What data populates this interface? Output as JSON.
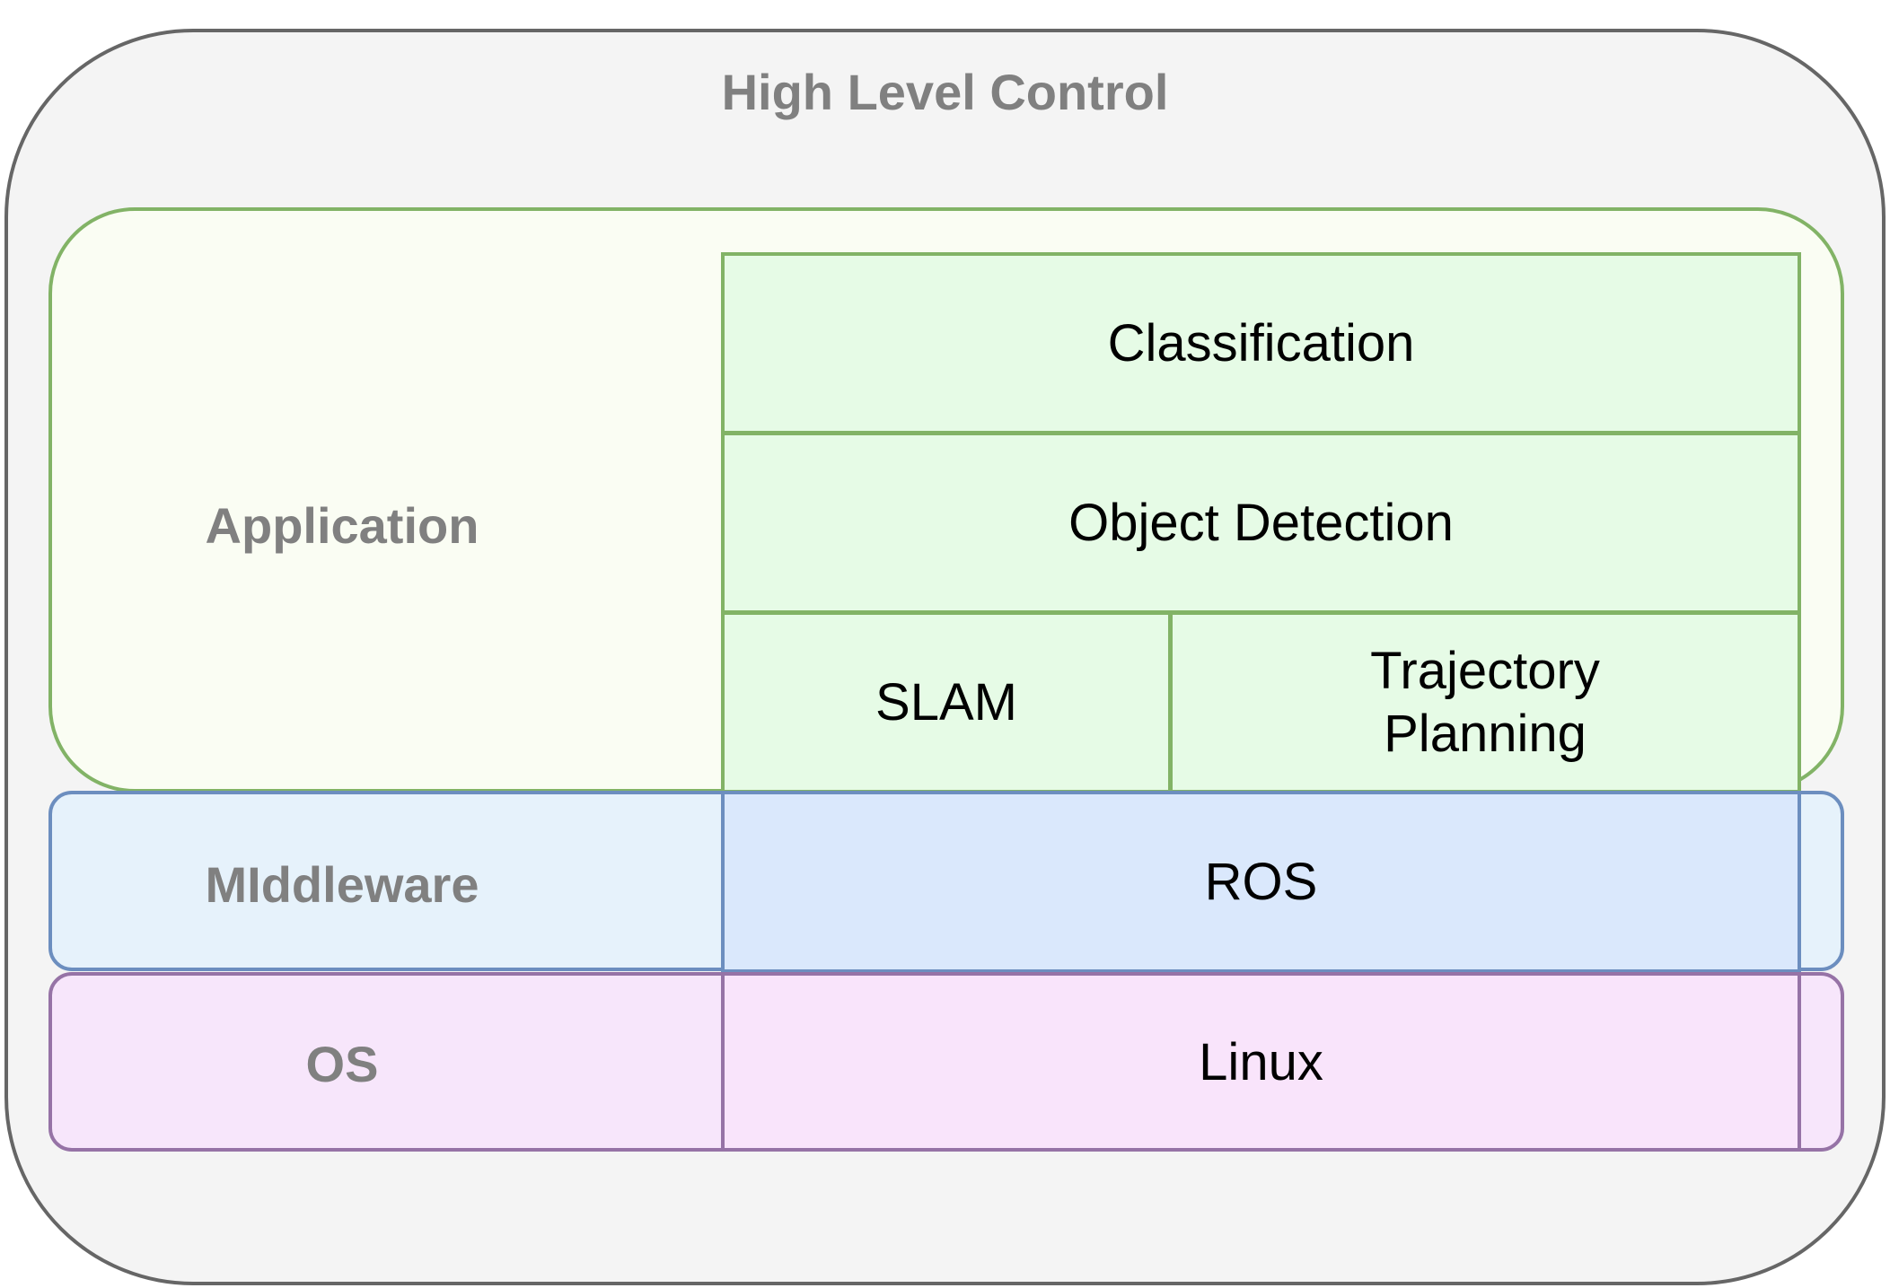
{
  "outer": {
    "title": "High Level Control"
  },
  "layers": {
    "application": {
      "label": "Application"
    },
    "middleware": {
      "label": "MIddleware"
    },
    "os": {
      "label": "OS"
    }
  },
  "components": {
    "classification": "Classification",
    "object_detection": "Object Detection",
    "slam": "SLAM",
    "trajectory_planning": [
      "Trajectory",
      "Planning"
    ],
    "ros": "ROS",
    "linux": "Linux"
  },
  "colors": {
    "outer_fill": "#f4f4f4",
    "outer_stroke": "#666666",
    "label_text": "#808080",
    "application_fill": "#fafdf3",
    "application_stroke": "#82b366",
    "component_green_fill": "#e6fbe6",
    "middleware_fill": "#e6f2fb",
    "middleware_stroke": "#6c8ebf",
    "ros_fill": "#dae8fc",
    "os_fill": "#f7e6fb",
    "os_stroke": "#9673a6",
    "linux_fill": "#f9e4fb"
  }
}
